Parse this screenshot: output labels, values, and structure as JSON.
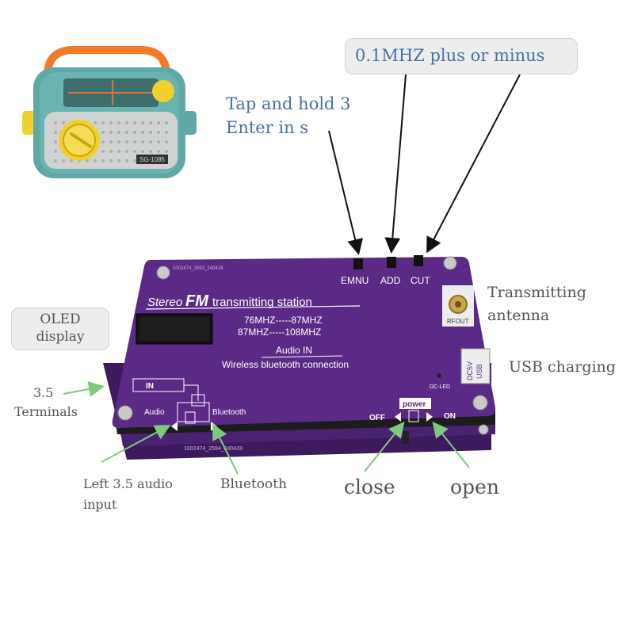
{
  "callouts": {
    "tap_hold_line1": "Tap and hold 3",
    "tap_hold_line2": "Enter in s",
    "step": "0.1MHZ plus or minus",
    "oled_line1": "OLED",
    "oled_line2": "display",
    "terminals_line1": "3.5",
    "terminals_line2": "Terminals",
    "transmit_line1": "Transmitting",
    "transmit_line2": "antenna",
    "usb": "USB charging",
    "left_input_line1": "Left 3.5 audio",
    "left_input_line2": "input",
    "bluetooth": "Bluetooth",
    "close": "close",
    "open": "open"
  },
  "board": {
    "title_stereo": "Stereo",
    "title_fm": "FM",
    "title_rest": "transmitting station",
    "band1": "76MHZ-----87MHZ",
    "band2": "87MHZ-----108MHZ",
    "audio_in": "Audio IN",
    "wireless": "Wireless bluetooth connection",
    "btn_emnu": "EMNU",
    "btn_add": "ADD",
    "btn_cut": "CUT",
    "rfout": "RFOUT",
    "dc5v": "DC5V",
    "usb": "USB",
    "dc_led": "DC-LED",
    "in_label": "IN",
    "audio": "Audio",
    "bluetooth": "Bluetooth",
    "power": "power",
    "off": "OFF",
    "on": "ON",
    "serial_top": "1002474_2553_240428",
    "serial_bottom": "1002474_2594_240428",
    "radio_model": "SG-1085"
  },
  "colors": {
    "board": "#5b2a86",
    "board_dark": "#3d1a5e",
    "callout_blue": "#4a6fa5",
    "arrow_green": "#7fc97f",
    "radio_teal": "#5fa8a5",
    "radio_yellow": "#f2cf2a",
    "radio_handle": "#f07a2a"
  }
}
